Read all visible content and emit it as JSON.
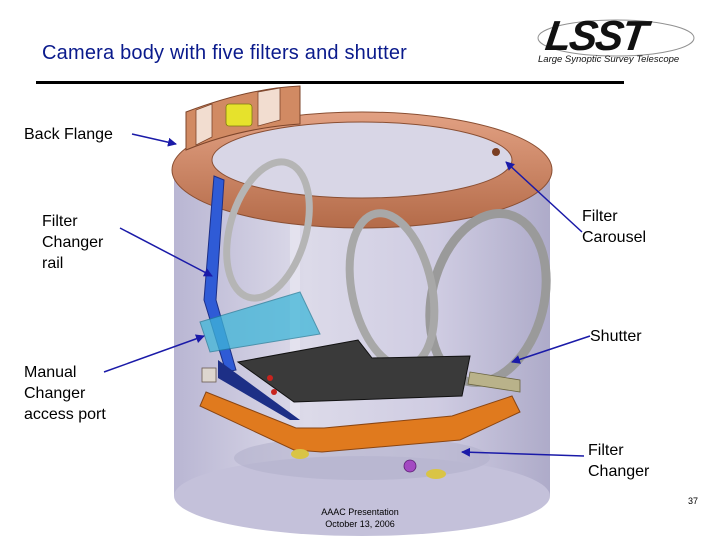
{
  "slide": {
    "title": "Camera body with five filters and shutter",
    "logo_text": "LSST",
    "logo_subtitle": "Large Synoptic Survey Telescope",
    "footer_line1": "AAAC Presentation",
    "footer_line2": "October 13, 2006",
    "page_number": "37"
  },
  "labels": {
    "back_flange": "Back Flange",
    "filter_changer_rail": [
      "Filter",
      "Changer",
      "rail"
    ],
    "filter_carousel": [
      "Filter",
      "Carousel"
    ],
    "shutter": "Shutter",
    "manual_access_port": [
      "Manual",
      "Changer",
      "access port"
    ],
    "filter_changer": [
      "Filter",
      "Changer"
    ]
  },
  "colors": {
    "title": "#0a1a8c",
    "arrow": "#1a1aa8",
    "body": "#c9c6dc",
    "copper": "#c8805a",
    "orange": "#e07a1e",
    "shutter": "#3fb6d8",
    "filter_ring": "#9a9a9a"
  }
}
